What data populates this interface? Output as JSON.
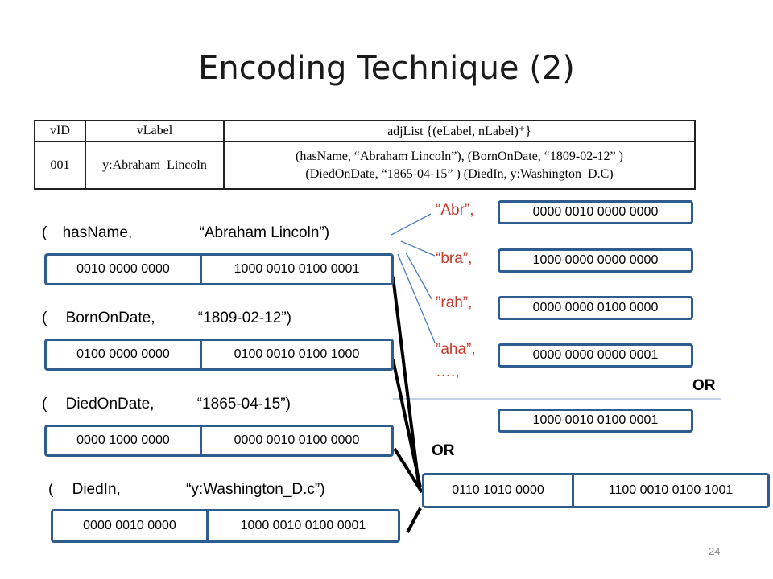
{
  "slide": {
    "title": "Encoding Technique (2)",
    "page_number": "24"
  },
  "table": {
    "headers": [
      "vID",
      "vLabel",
      "adjList {(eLabel, nLabel)⁺}"
    ],
    "row": {
      "vid": "001",
      "vlabel": "y:Abraham_Lincoln",
      "adj_line1": "(hasName, “Abraham Lincoln”), (BornOnDate, “1809-02-12” )",
      "adj_line2": "(DiedOnDate, “1865-04-15” ) (DiedIn, y:Washington_D.C)"
    }
  },
  "pairs": [
    {
      "open": "(",
      "edge": "hasName,",
      "node": "“Abraham Lincoln”)",
      "left_code": "0010 0000 0000",
      "right_code": "1000 0010 0100 0001"
    },
    {
      "open": "(",
      "edge": "BornOnDate,",
      "node": "“1809-02-12”)",
      "left_code": "0100 0000 0000",
      "right_code": "0100 0010 0100 1000"
    },
    {
      "open": "(",
      "edge": "DiedOnDate,",
      "node": "“1865-04-15”)",
      "left_code": "0000 1000 0000",
      "right_code": "0000 0010 0100 0000"
    },
    {
      "open": "(",
      "edge": "DiedIn,",
      "node": "“y:Washington_D.c”)",
      "left_code": "0000 0010 0000",
      "right_code": "1000 0010 0100 0001"
    }
  ],
  "trigrams": [
    {
      "label": "“Abr”,",
      "code": "0000 0010 0000 0000"
    },
    {
      "label": "“bra”,",
      "code": "1000 0000 0000 0000"
    },
    {
      "label": "”rah”,",
      "code": "0000 0000 0100 0000"
    },
    {
      "label": "”aha”,",
      "code": "0000 0000 0000 0001"
    }
  ],
  "ellipsis": "….,",
  "or_label_right": "OR",
  "or_label_left": "OR",
  "trigram_result": "1000 0010 0100 0001",
  "final": {
    "left_code": "0110 1010 0000",
    "right_code": "1100 0010 0100 1001"
  },
  "colors": {
    "box_border": "#2e5c8f",
    "trigram_text": "#c0392b",
    "connector": "#4a7ebb"
  }
}
